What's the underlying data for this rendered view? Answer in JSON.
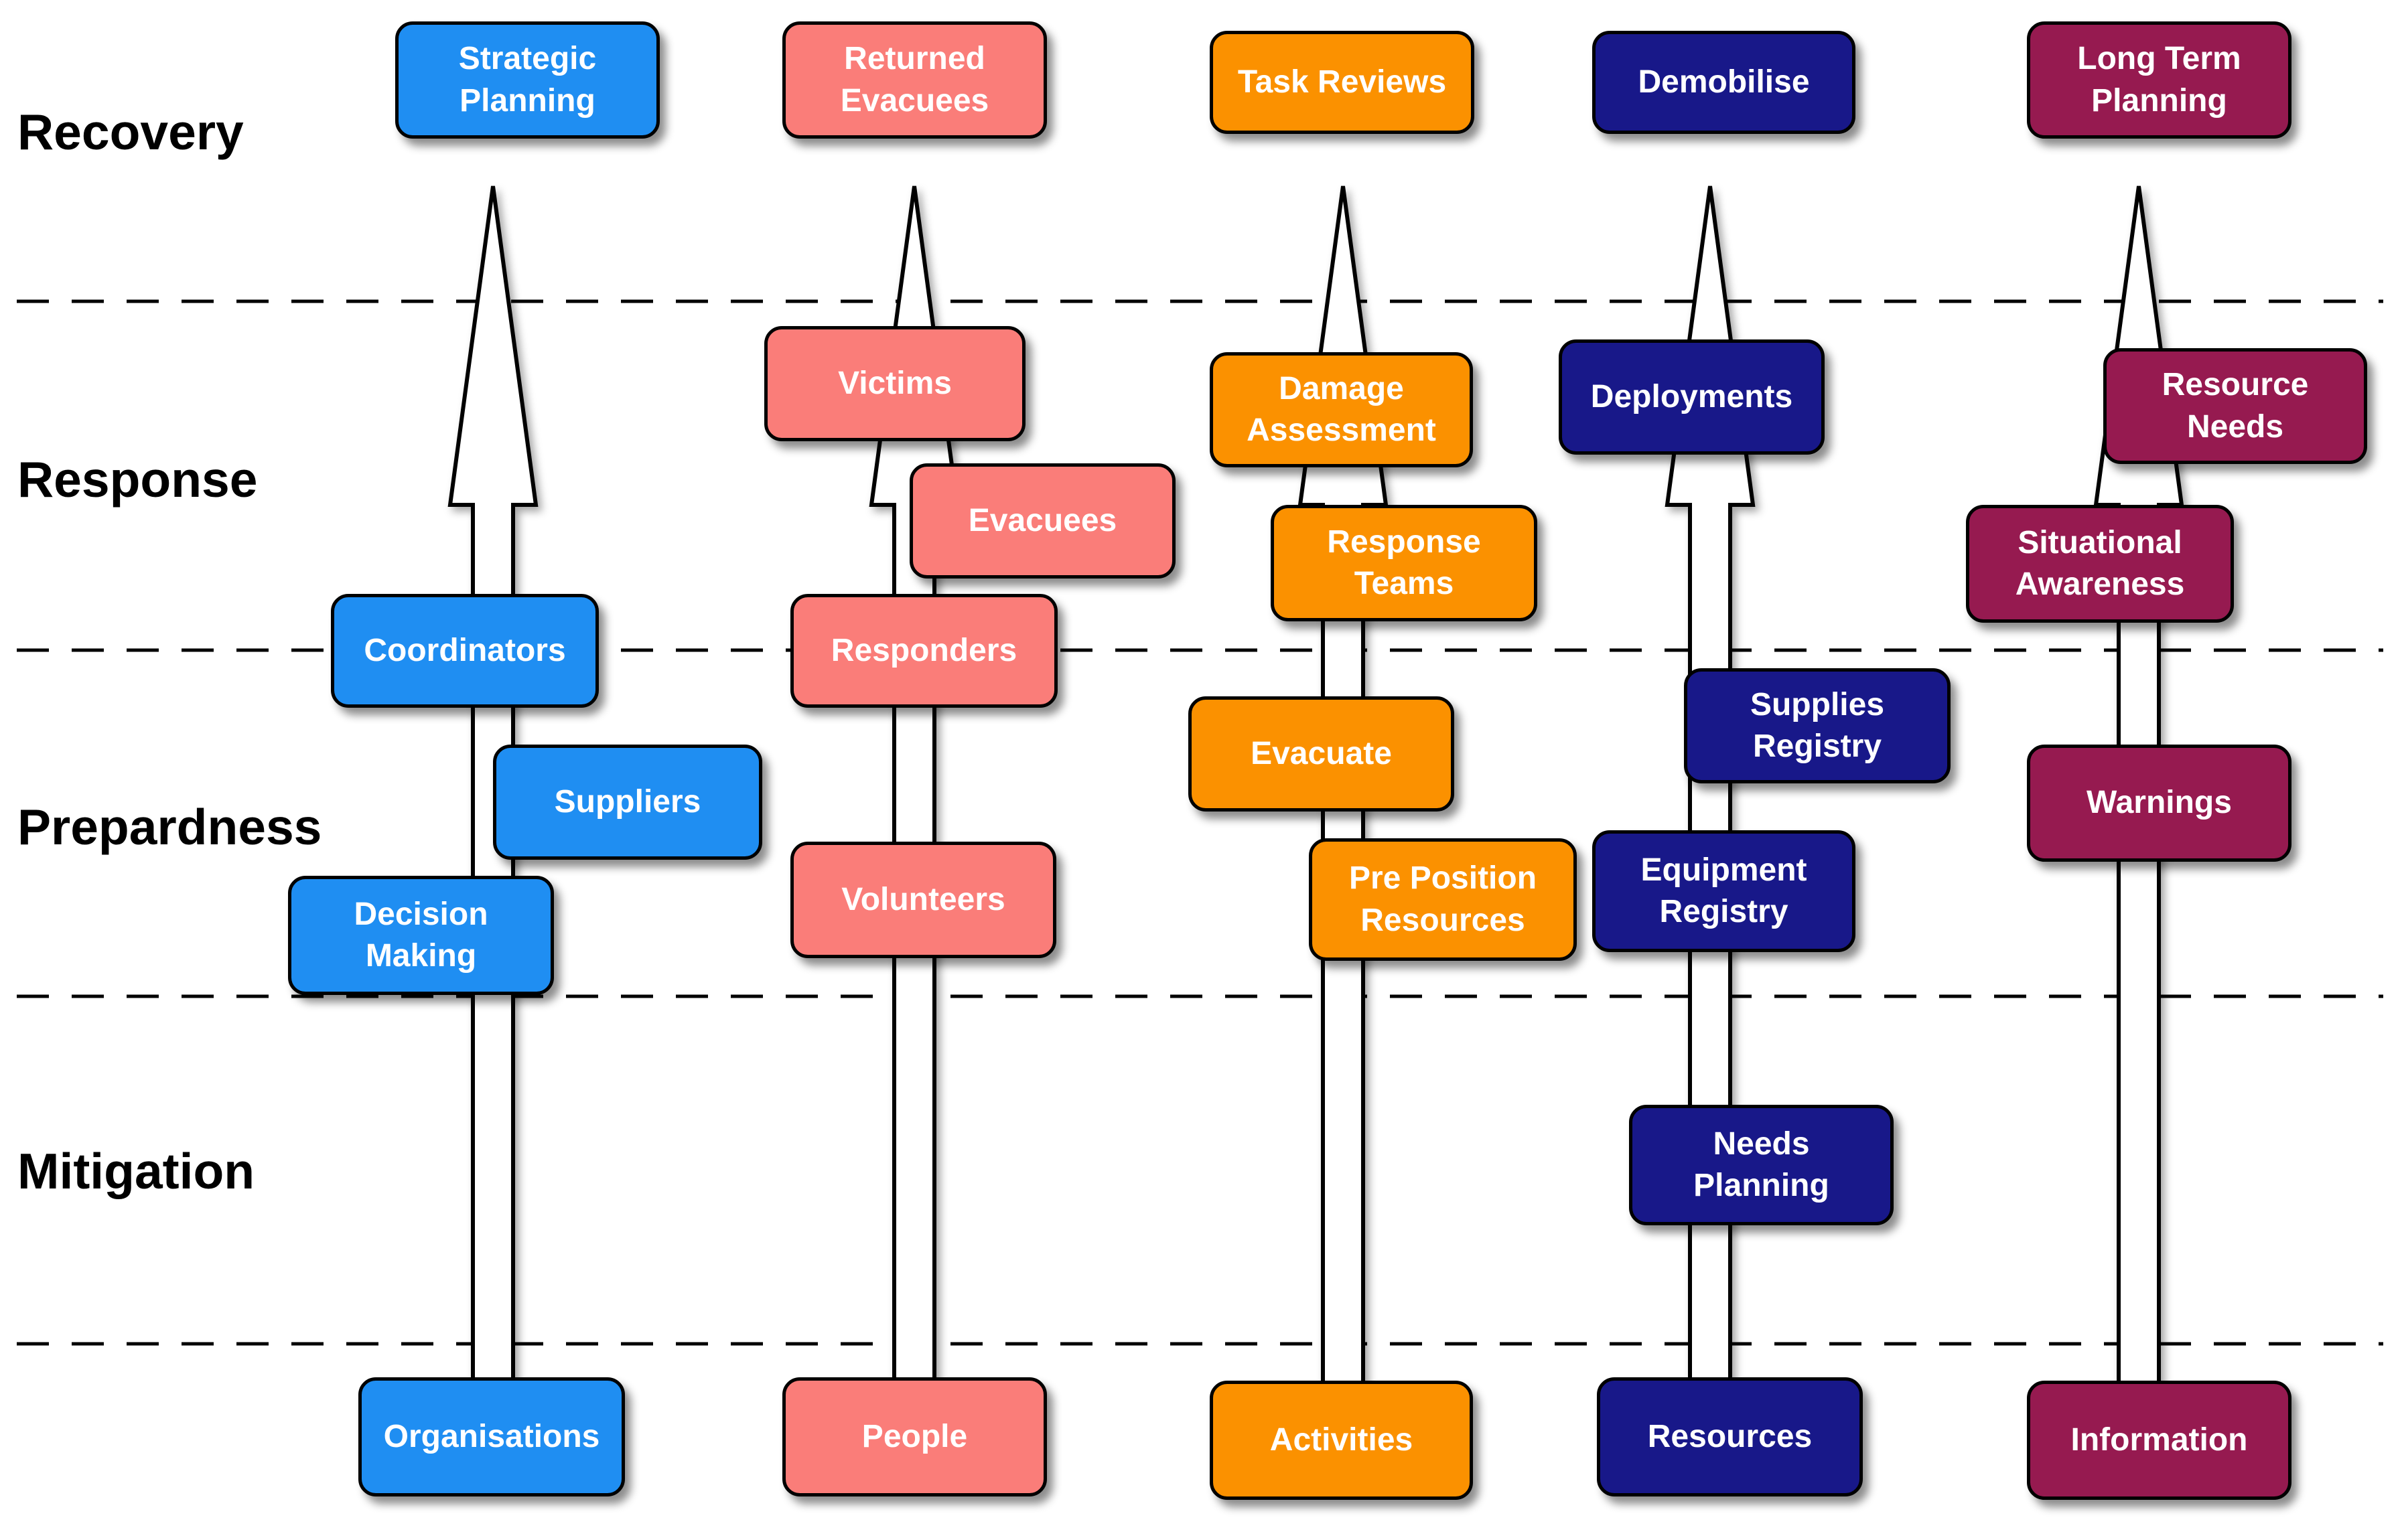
{
  "colors": {
    "blue": "#1f8ef2",
    "salmon": "#fa7d79",
    "orange": "#fb9100",
    "navy": "#181889",
    "maroon": "#961a50",
    "box_text": "#ffffff",
    "line": "#000000"
  },
  "phase_labels": [
    "Recovery",
    "Response",
    "Prepardness",
    "Mitigation"
  ],
  "columns": [
    {
      "name": "organisations",
      "color_key": "blue",
      "top_box": "Strategic Planning",
      "base_box": "Organisations",
      "boxes": [
        "Coordinators",
        "Suppliers",
        "Decision Making"
      ]
    },
    {
      "name": "people",
      "color_key": "salmon",
      "top_box": "Returned Evacuees",
      "base_box": "People",
      "boxes": [
        "Victims",
        "Evacuees",
        "Responders",
        "Volunteers"
      ]
    },
    {
      "name": "activities",
      "color_key": "orange",
      "top_box": "Task Reviews",
      "base_box": "Activities",
      "boxes": [
        "Damage Assessment",
        "Response Teams",
        "Evacuate",
        "Pre Position Resources"
      ]
    },
    {
      "name": "resources",
      "color_key": "navy",
      "top_box": "Demobilise",
      "base_box": "Resources",
      "boxes": [
        "Deployments",
        "Supplies Registry",
        "Equipment Registry",
        "Needs Planning"
      ]
    },
    {
      "name": "information",
      "color_key": "maroon",
      "top_box": "Long Term Planning",
      "base_box": "Information",
      "boxes": [
        "Resource Needs",
        "Situational Awareness",
        "Warnings"
      ]
    }
  ]
}
